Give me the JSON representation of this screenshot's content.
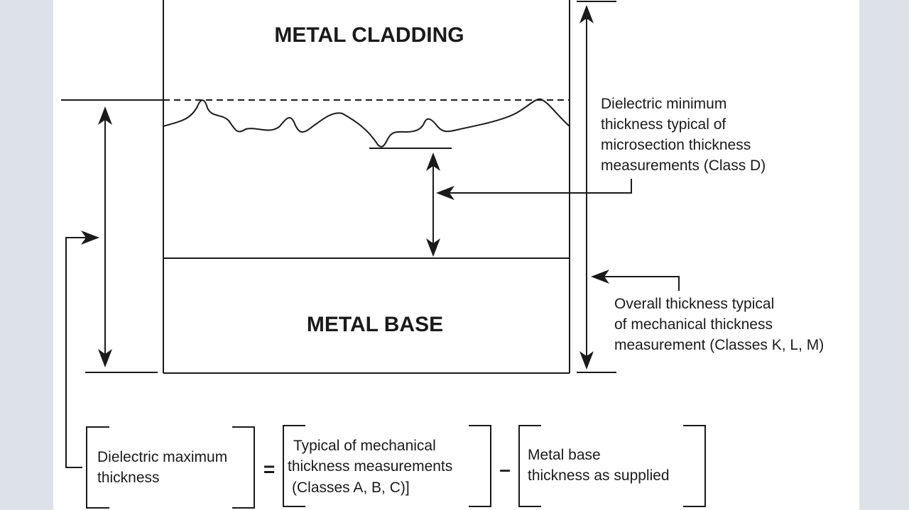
{
  "diagram": {
    "layers": {
      "cladding": "METAL CLADDING",
      "base": "METAL BASE"
    },
    "annotations": {
      "dielectric_minimum": [
        "Dielectric minimum",
        "thickness typical of",
        "microsection thickness",
        "measurements (Class D)"
      ],
      "overall_thickness": [
        "Overall thickness typical",
        "of mechanical thickness",
        "measurement (Classes K, L, M)"
      ]
    },
    "equation": {
      "term1": [
        "Dielectric maximum",
        "thickness"
      ],
      "equals": "=",
      "term2": [
        "Typical of mechanical",
        "thickness measurements",
        "(Classes A, B, C)]"
      ],
      "minus": "–",
      "term3": [
        "Metal base",
        "thickness as supplied"
      ]
    },
    "colors": {
      "background": "#dde2e8",
      "paper": "#ffffff",
      "ink": "#1a1a1a"
    }
  }
}
